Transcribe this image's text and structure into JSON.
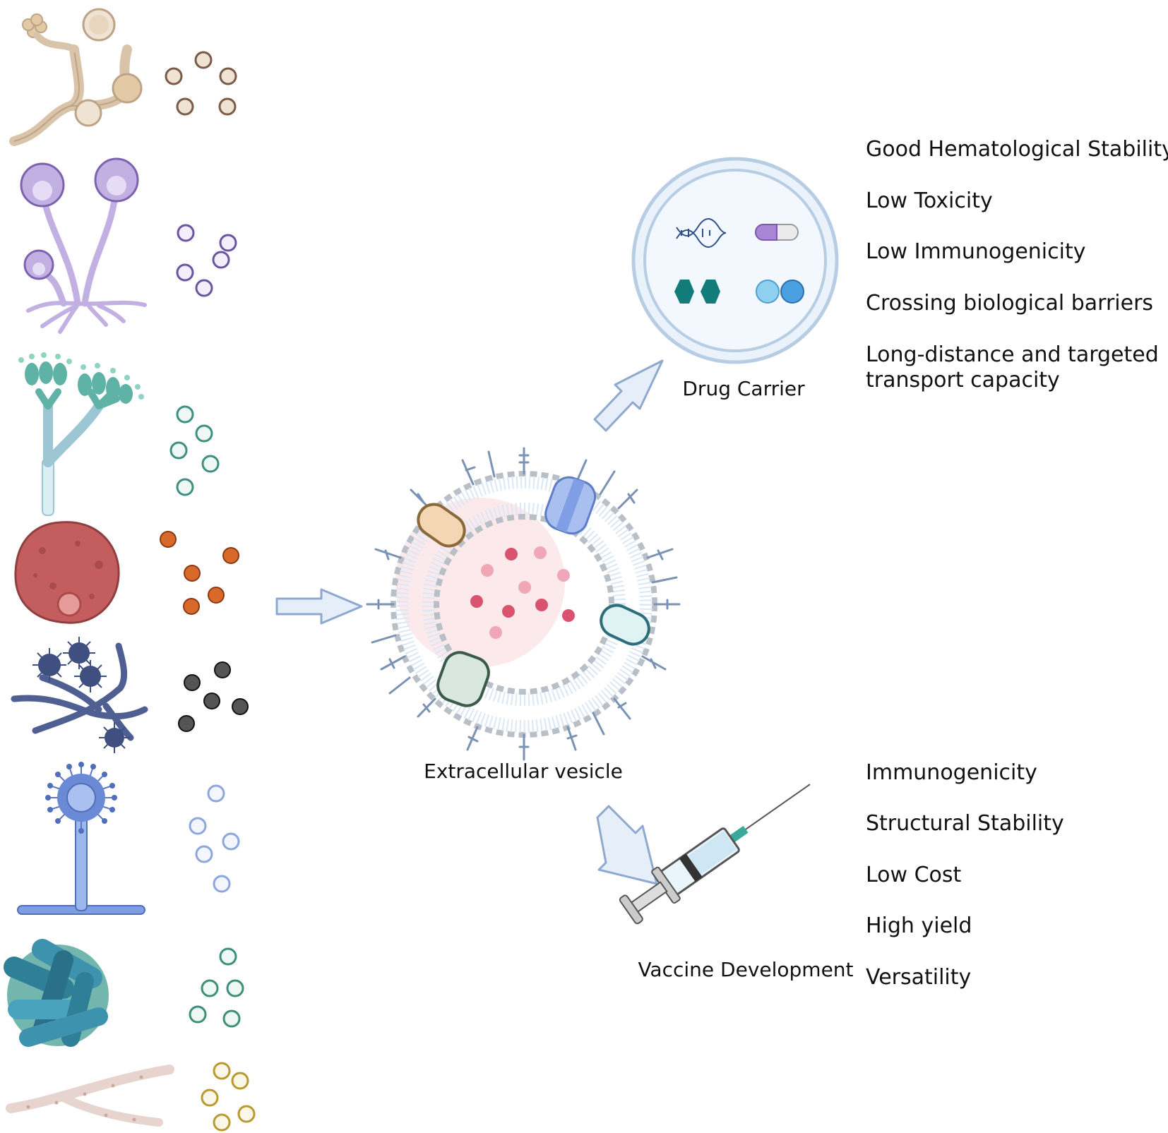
{
  "center": {
    "label": "Extracellular vesicle"
  },
  "drug_carrier": {
    "label": "Drug Carrier",
    "properties": [
      "Good Hematological Stability",
      "Low Toxicity",
      "Low Immunogenicity",
      "Crossing biological barriers",
      "Long-distance and targeted",
      "transport capacity"
    ]
  },
  "vaccine": {
    "label": "Vaccine Development",
    "properties": [
      "Immunogenicity",
      "Structural Stability",
      "Low Cost",
      "High yield",
      "Versatility"
    ]
  },
  "colors": {
    "arrow_fill": "#e6eef9",
    "arrow_stroke": "#8fa8cf",
    "membrane": "#b9bfc7",
    "cargo": "#d9536e",
    "organism_tan": "#d9c4aa",
    "organism_purple": "#c3b0e3",
    "organism_teal": "#5fb3a6",
    "organism_red": "#b9575a",
    "organism_darkblue": "#4f5f92",
    "organism_blue": "#6a8ad6",
    "organism_cluster": "#2f7f99",
    "organism_pink": "#e8d4cf"
  },
  "icons": [
    "fungi-icons",
    "vesicle-icons",
    "dna-icon",
    "capsule-icon",
    "hexagon-icon",
    "sphere-icon",
    "syringe-icon",
    "arrow-icon"
  ]
}
